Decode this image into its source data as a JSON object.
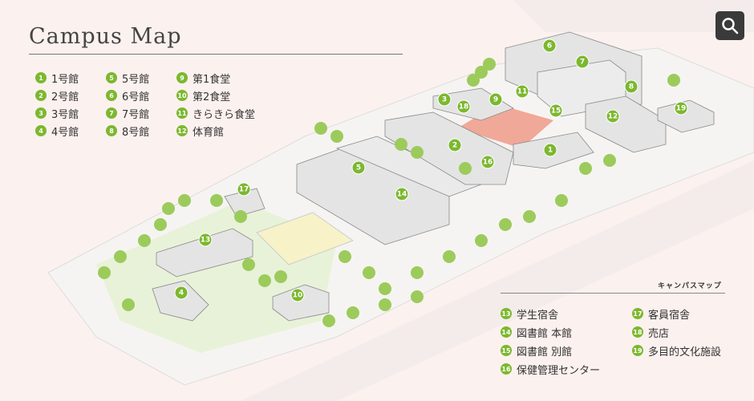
{
  "title": "Campus Map",
  "subtitle": "キャンパスマップ",
  "search": {
    "icon": "search-icon",
    "label": "検索"
  },
  "accent": "#7cb82f",
  "legend_top": [
    {
      "n": "1",
      "label": "1号館"
    },
    {
      "n": "2",
      "label": "2号館"
    },
    {
      "n": "3",
      "label": "3号館"
    },
    {
      "n": "4",
      "label": "4号館"
    },
    {
      "n": "5",
      "label": "5号館"
    },
    {
      "n": "6",
      "label": "6号館"
    },
    {
      "n": "7",
      "label": "7号館"
    },
    {
      "n": "8",
      "label": "8号館"
    },
    {
      "n": "9",
      "label": "第1食堂"
    },
    {
      "n": "10",
      "label": "第2食堂"
    },
    {
      "n": "11",
      "label": "きらきら食堂"
    },
    {
      "n": "12",
      "label": "体育館"
    }
  ],
  "legend_bottom": [
    {
      "n": "13",
      "label": "学生宿舎"
    },
    {
      "n": "14",
      "label": "図書館 本館"
    },
    {
      "n": "15",
      "label": "図書館 別館"
    },
    {
      "n": "16",
      "label": "保健管理センター"
    },
    {
      "n": "17",
      "label": "客員宿舎"
    },
    {
      "n": "18",
      "label": "売店"
    },
    {
      "n": "19",
      "label": "多目的文化施設"
    }
  ],
  "markers": [
    "1",
    "2",
    "3",
    "4",
    "5",
    "6",
    "7",
    "8",
    "9",
    "10",
    "11",
    "12",
    "13",
    "14",
    "15",
    "16",
    "17",
    "18",
    "19"
  ]
}
